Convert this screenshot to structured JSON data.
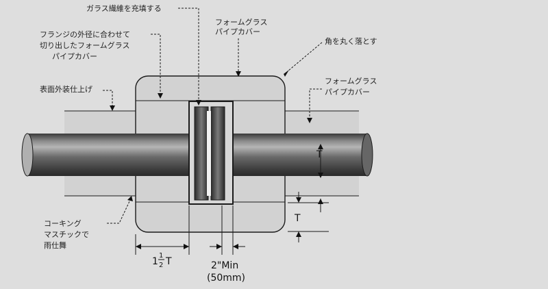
{
  "labels": {
    "glass_fiber": "ガラス繊維を充填する",
    "foamglas_top_1": "フォームグラス",
    "foamglas_top_2": "パイプカバー",
    "flange_cut_1": "フランジの外径に合わせて",
    "flange_cut_2": "切り出したフォームグラス",
    "flange_cut_3": "パイプカバー",
    "round_corners": "角を丸く落とす",
    "surface_finish": "表面外装仕上げ",
    "foamglas_right_1": "フォームグラス",
    "foamglas_right_2": "パイプカバー",
    "caulking_1": "コーキング",
    "caulking_2": "マスチックで",
    "caulking_3": "雨仕舞",
    "dim_t_right": "T",
    "dim_t_bottom": "T",
    "dim_one_half_whole": "1",
    "dim_one_half_num": "1",
    "dim_one_half_den": "2",
    "dim_one_half_t": "T",
    "dim_min_1": "2\"Min",
    "dim_min_2": "(50mm)"
  },
  "colors": {
    "background": "#dedede",
    "insulation": "#d2d2d2",
    "pipe_dark": "#2e2e2e",
    "pipe_light": "#9a9a9a",
    "flange": "#3a3a3a"
  }
}
